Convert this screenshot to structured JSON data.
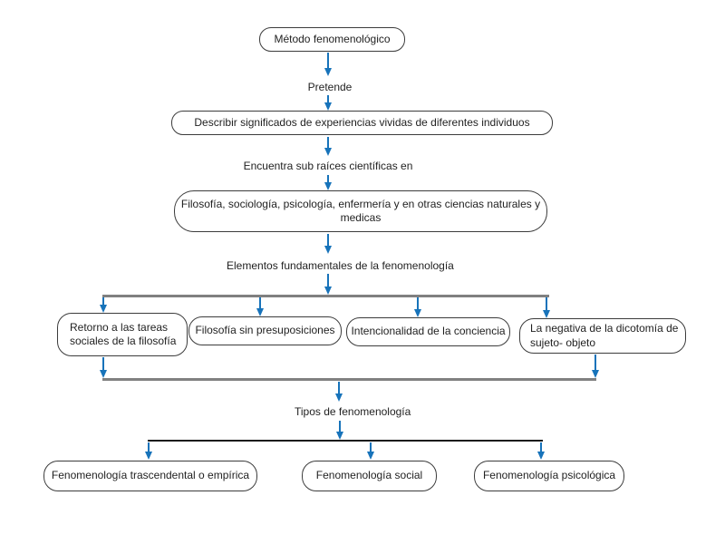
{
  "colors": {
    "arrow-blue": "#1773BA",
    "line-gray": "#808080",
    "line-black": "#1a1a1a",
    "box-border": "#3c3c3c",
    "text": "#1f1f1f",
    "background": "#ffffff"
  },
  "nodes": {
    "metodo": {
      "label": "Método fenomenológico"
    },
    "describir": {
      "label": "Describir significados de experiencias vividas de diferentes individuos"
    },
    "raices": {
      "label": "Filosofía, sociología, psicología, enfermería y en otras ciencias naturales y\nmedicas"
    },
    "retorno": {
      "label": "Retorno a las tareas\nsociales de la filosofía"
    },
    "presuposiciones": {
      "label": "Filosofía sin presuposiciones"
    },
    "intencionalidad": {
      "label": "Intencionalidad de la conciencia"
    },
    "negativa": {
      "label": "La negativa de la dicotomía de\nsujeto- objeto"
    },
    "trascendental": {
      "label": "Fenomenología trascendental o empírica"
    },
    "social": {
      "label": "Fenomenología social"
    },
    "psicologica": {
      "label": "Fenomenología psicológica"
    }
  },
  "labels": {
    "pretende": "Pretende",
    "encuentra": "Encuentra sub raíces científicas en",
    "elementos": "Elementos fundamentales de la fenomenología",
    "tipos": "Tipos de fenomenología"
  }
}
